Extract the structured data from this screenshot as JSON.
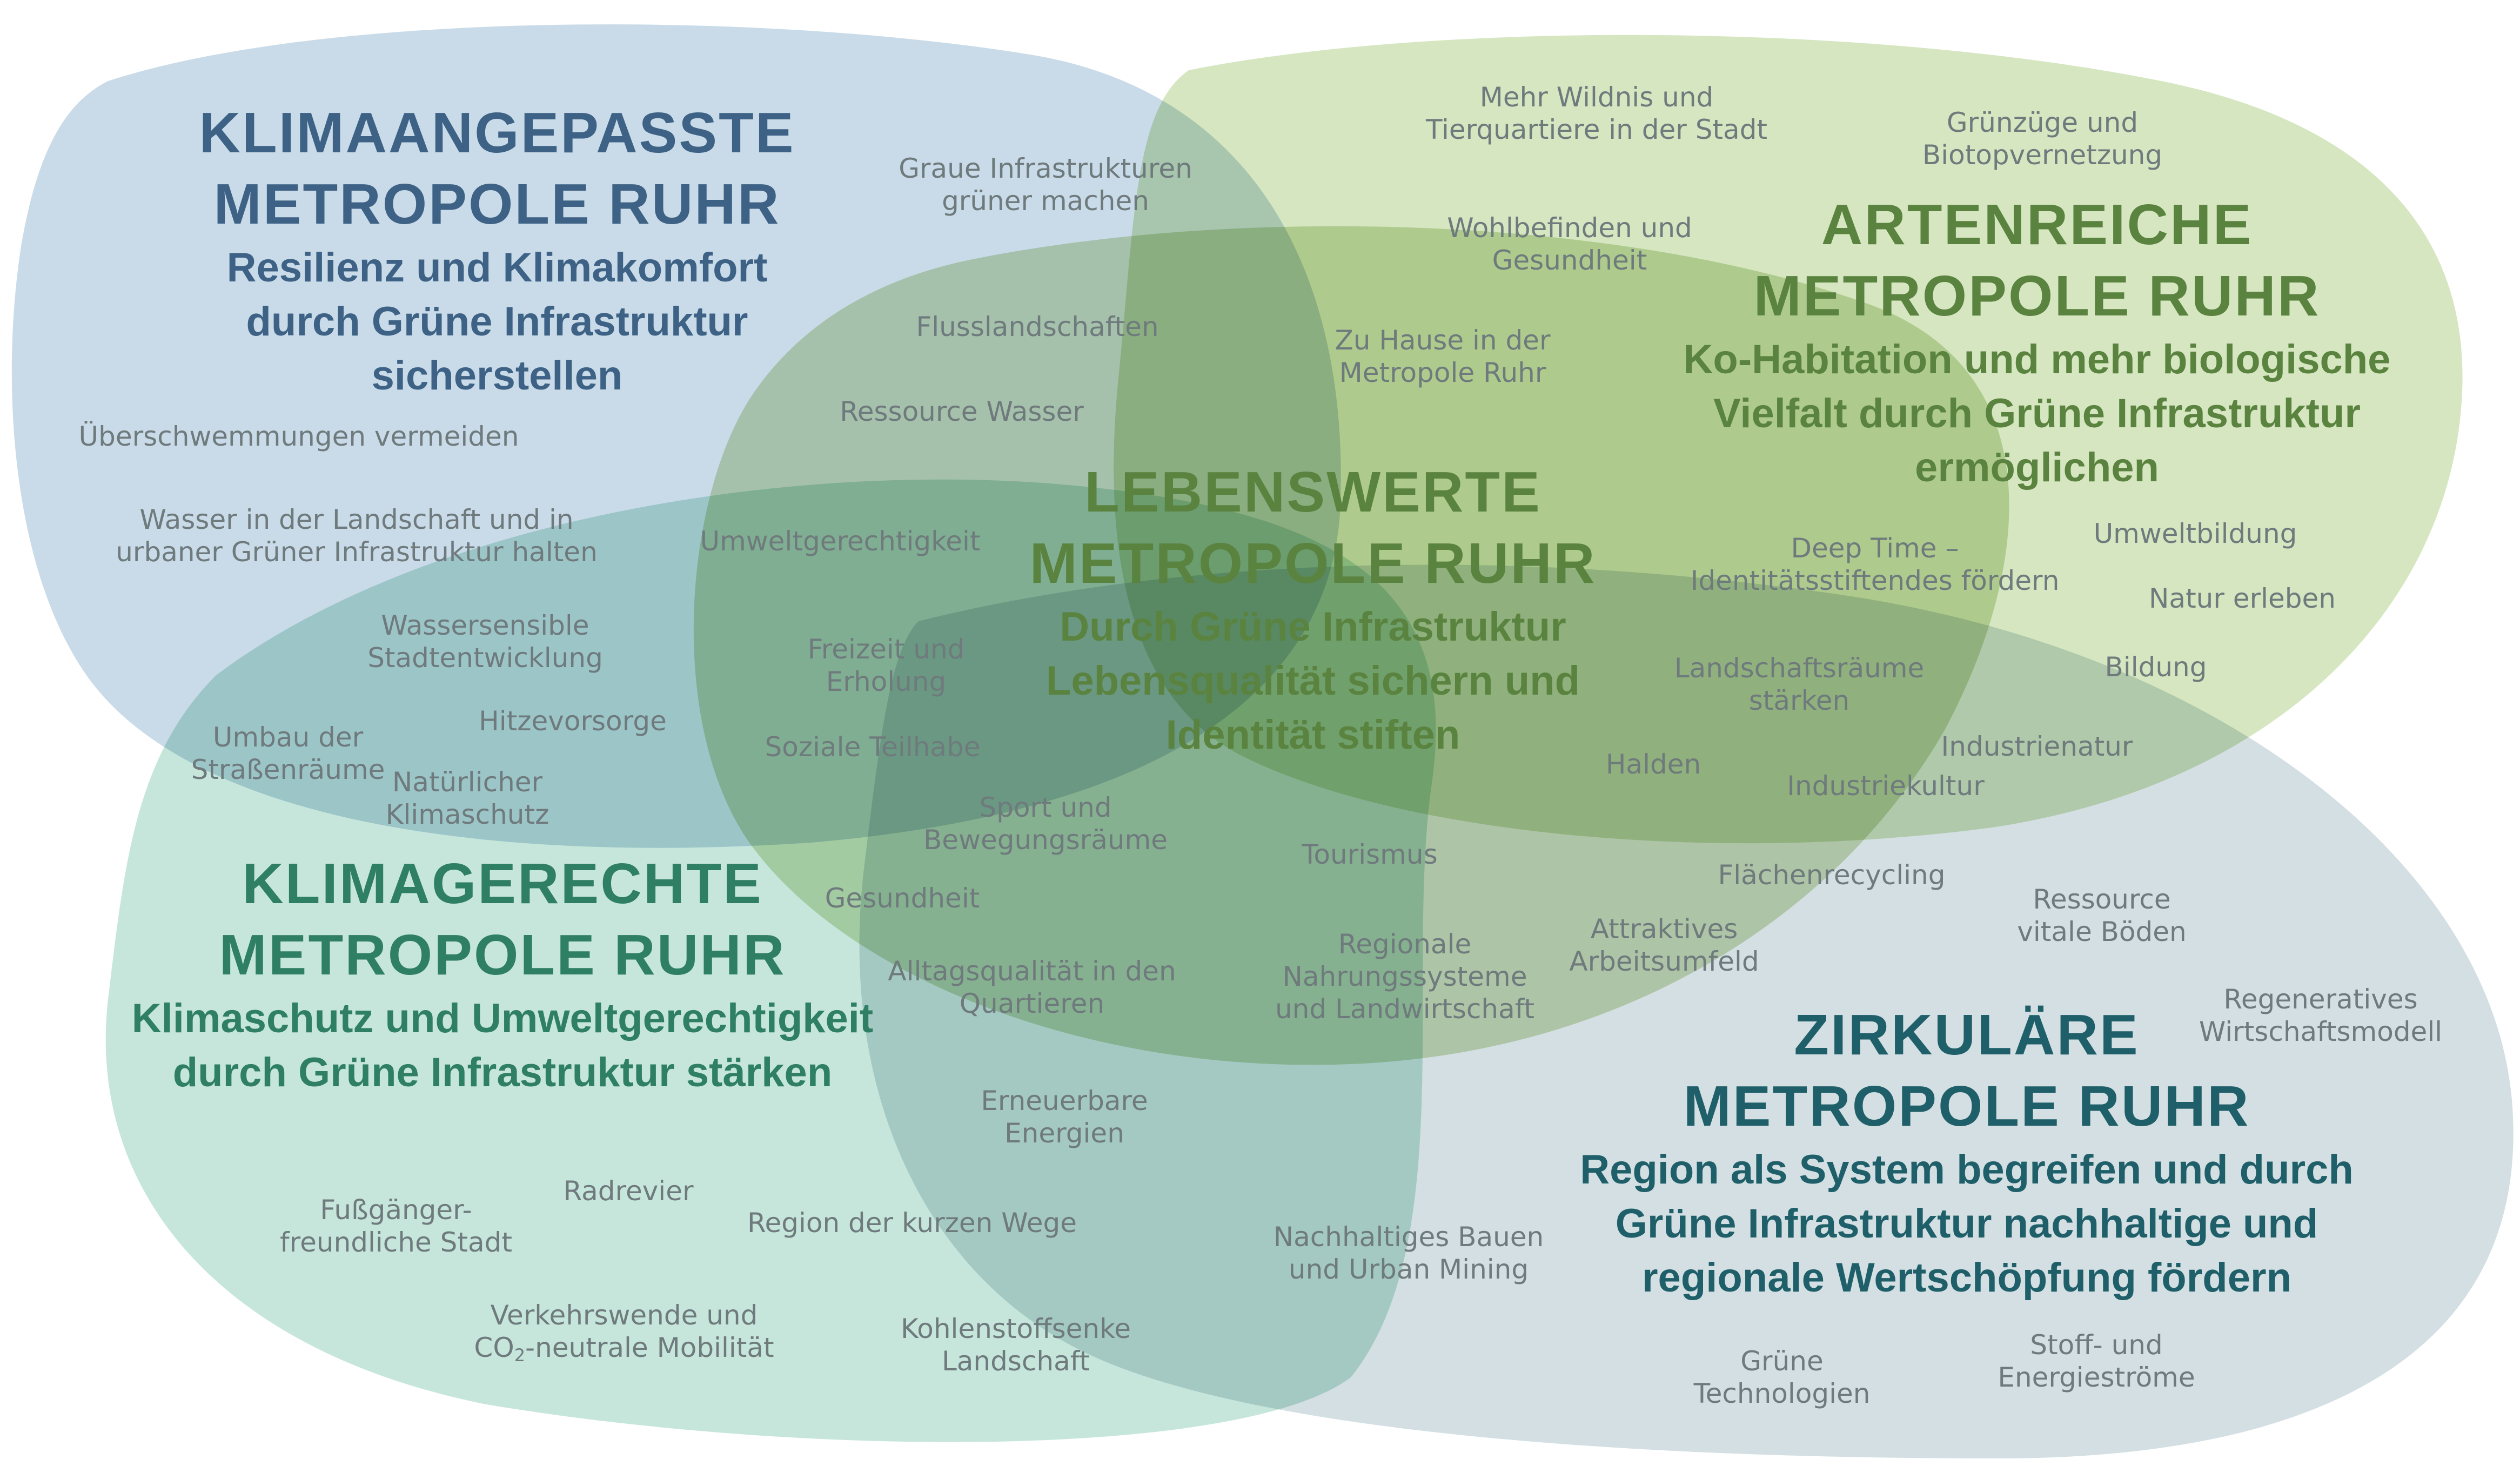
{
  "colors": {
    "blue_area": "#c9dbe8",
    "lightgreen_area": "#d5e6c0",
    "mint_area": "#c6e6dc",
    "grey_area": "#d3dfe2",
    "center_area": "#c2d7a6",
    "blue_text": "#3d6285",
    "green_text": "#5b8340",
    "mint_text": "#2f7f64",
    "teal_text": "#1f5f69",
    "label_text": "#6f7a7d"
  },
  "headings": {
    "klimaangepasste": {
      "line1": "KLIMAANGEPASSTE",
      "line2": "METROPOLE RUHR",
      "subtitle": "Resilienz und Klimakomfort durch Grüne Infrastruktur sicherstellen"
    },
    "artenreiche": {
      "line1": "ARTENREICHE",
      "line2": "METROPOLE RUHR",
      "subtitle": "Ko-Habitation und mehr biologische Vielfalt durch Grüne Infrastruktur ermöglichen"
    },
    "lebenswerte": {
      "line1": "LEBENSWERTE",
      "line2": "METROPOLE RUHR",
      "subtitle": "Durch Grüne Infrastruktur Lebensqualität sichern und Identität stiften"
    },
    "klimagerechte": {
      "line1": "KLIMAGERECHTE",
      "line2": "METROPOLE RUHR",
      "subtitle": "Klimaschutz und Umweltgerechtigkeit durch Grüne Infrastruktur stärken"
    },
    "zirkulaere": {
      "line1": "ZIRKULÄRE",
      "line2": "METROPOLE RUHR",
      "subtitle": "Region als System begreifen und durch Grüne Infrastruktur nachhaltige und regionale Wertschöpfung fördern"
    }
  },
  "labels": {
    "graue_infrastrukturen": [
      "Graue Infrastrukturen",
      "grüner machen"
    ],
    "flusslandschaften": [
      "Flusslandschaften"
    ],
    "ressource_wasser": [
      "Ressource Wasser"
    ],
    "ueberschwemmungen": [
      "Überschwemmungen vermeiden"
    ],
    "wasser_landschaft": [
      "Wasser in der Landschaft und in",
      "urbaner Grüner Infrastruktur halten"
    ],
    "umweltgerechtigkeit": [
      "Umweltgerechtigkeit"
    ],
    "wassersensible": [
      "Wassersensible",
      "Stadtentwicklung"
    ],
    "hitzevorsorge": [
      "Hitzevorsorge"
    ],
    "umbau_strassen": [
      "Umbau der",
      "Straßenräume"
    ],
    "natuerlicher_klimaschutz": [
      "Natürlicher",
      "Klimaschutz"
    ],
    "freizeit": [
      "Freizeit und",
      "Erholung"
    ],
    "soziale_teilhabe": [
      "Soziale Teilhabe"
    ],
    "sport": [
      "Sport und",
      "Bewegungsräume"
    ],
    "gesundheit": [
      "Gesundheit"
    ],
    "alltagsqualitaet": [
      "Alltagsqualität in den",
      "Quartieren"
    ],
    "erneuerbare": [
      "Erneuerbare",
      "Energien"
    ],
    "radrevier": [
      "Radrevier"
    ],
    "fussgaenger": [
      "Fußgänger-",
      "freundliche Stadt"
    ],
    "kurze_wege": [
      "Region der kurzen Wege"
    ],
    "verkehrswende": [
      "Verkehrswende und",
      "neutrale Mobilität"
    ],
    "kohlenstoffsenke": [
      "Kohlenstoffsenke",
      "Landschaft"
    ],
    "wildnis": [
      "Mehr Wildnis und",
      "Tierquartiere in der Stadt"
    ],
    "gruenzuege": [
      "Grünzüge und",
      "Biotopvernetzung"
    ],
    "wohlbefinden": [
      "Wohlbefinden und",
      "Gesundheit"
    ],
    "zu_hause": [
      "Zu Hause in der",
      "Metropole Ruhr"
    ],
    "deep_time": [
      "Deep Time –",
      "Identitätsstiftendes fördern"
    ],
    "umweltbildung": [
      "Umweltbildung"
    ],
    "natur_erleben": [
      "Natur erleben"
    ],
    "bildung": [
      "Bildung"
    ],
    "landschaftsraeume": [
      "Landschaftsräume",
      "stärken"
    ],
    "halden": [
      "Halden"
    ],
    "industrienatur": [
      "Industrienatur"
    ],
    "industriekultur": [
      "Industriekultur"
    ],
    "tourismus": [
      "Tourismus"
    ],
    "flaechenrecycling": [
      "Flächenrecycling"
    ],
    "ressource_boeden": [
      "Ressource",
      "vitale Böden"
    ],
    "regenerativ": [
      "Regeneratives",
      "Wirtschaftsmodell"
    ],
    "attraktives": [
      "Attraktives",
      "Arbeitsumfeld"
    ],
    "regionale_nahrung": [
      "Regionale",
      "Nahrungssysteme",
      "und Landwirtschaft"
    ],
    "nachhaltiges_bauen": [
      "Nachhaltiges Bauen",
      "und Urban Mining"
    ],
    "gruene_technologien": [
      "Grüne",
      "Technologien"
    ],
    "stoffstroeme": [
      "Stoff- und",
      "Energieströme"
    ]
  },
  "co2": {
    "main": "CO",
    "subscript": "2",
    "suffix": "-neutrale Mobilität"
  }
}
